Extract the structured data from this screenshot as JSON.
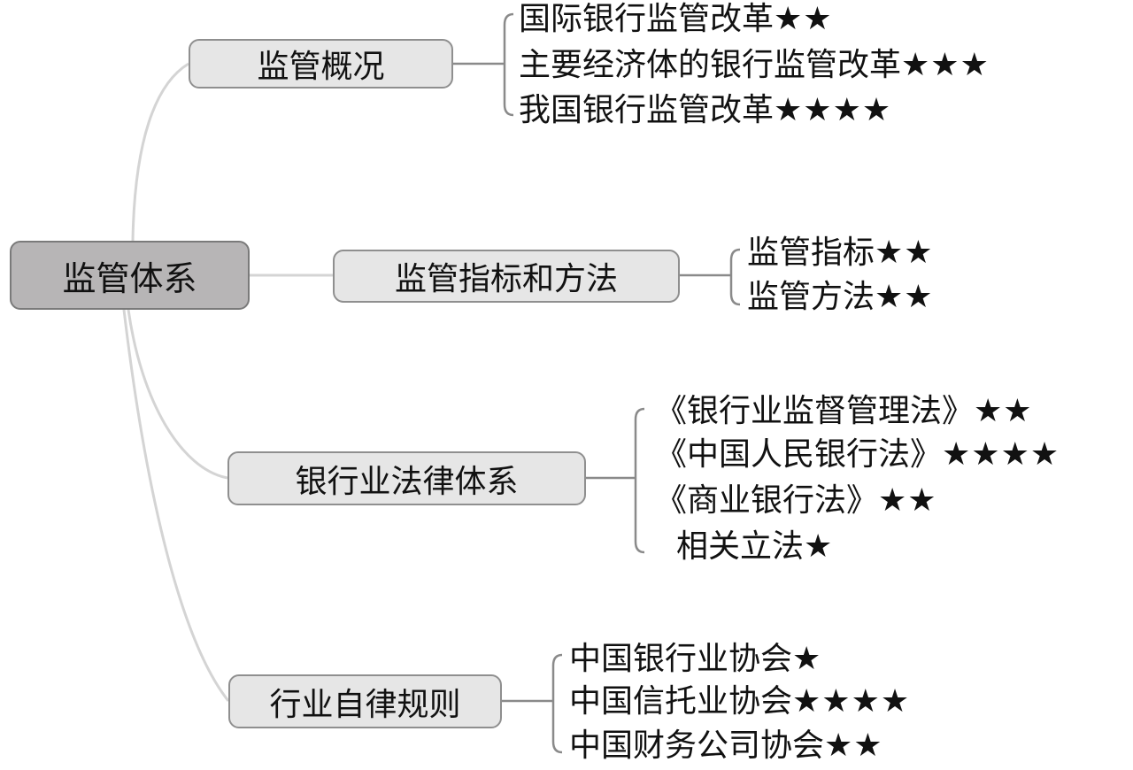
{
  "root": {
    "label": "监管体系"
  },
  "branches": [
    {
      "label": "监管概况",
      "items": [
        {
          "text": "国际银行监管改革",
          "stars": "★★"
        },
        {
          "text": "主要经济体的银行监管改革",
          "stars": "★★★"
        },
        {
          "text": "我国银行监管改革",
          "stars": "★★★★"
        }
      ]
    },
    {
      "label": "监管指标和方法",
      "items": [
        {
          "text": "监管指标",
          "stars": "★★"
        },
        {
          "text": "监管方法",
          "stars": "★★"
        }
      ]
    },
    {
      "label": "银行业法律体系",
      "items": [
        {
          "text": "《银行业监督管理法》",
          "stars": "★★"
        },
        {
          "text": "《中国人民银行法》",
          "stars": "★★★★"
        },
        {
          "text": "《商业银行法》",
          "stars": "★★"
        },
        {
          "text": "相关立法",
          "stars": "★"
        }
      ]
    },
    {
      "label": "行业自律规则",
      "items": [
        {
          "text": "中国银行业协会",
          "stars": "★"
        },
        {
          "text": "中国信托业协会",
          "stars": "★★★★"
        },
        {
          "text": "中国财务公司协会",
          "stars": "★★"
        }
      ]
    }
  ]
}
